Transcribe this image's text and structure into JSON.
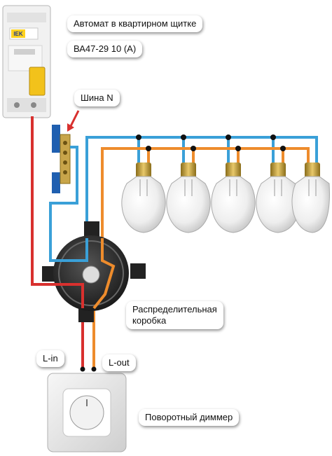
{
  "labels": {
    "breaker_title": "Автомат в квартирном щитке",
    "breaker_model": "ВА47-29 10 (А)",
    "neutral_bus": "Шина N",
    "junction_box_line1": "Распределительная",
    "junction_box_line2": "коробка",
    "l_in": "L-in",
    "l_out": "L-out",
    "dimmer": "Поворотный диммер"
  },
  "breaker": {
    "brand_mark": "IEK"
  },
  "wire_colors": {
    "phase_in": "#d8302e",
    "neutral": "#3aa0d8",
    "switched_phase": "#ee8c2c"
  },
  "lamps": {
    "count": 5
  },
  "icons": {
    "breaker": "circuit-breaker-icon",
    "bus": "neutral-bus-icon",
    "box": "junction-box-icon",
    "lamp": "light-bulb-icon",
    "dimmer": "rotary-dimmer-icon"
  }
}
